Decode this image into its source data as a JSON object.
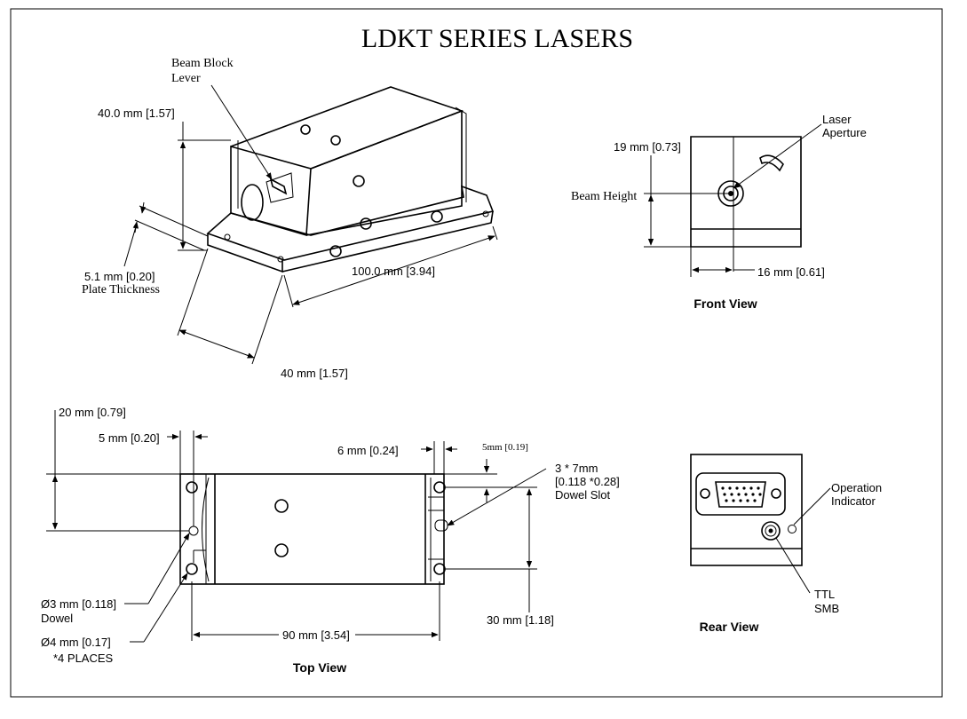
{
  "title": "LDKT SERIES LASERS",
  "iso_view": {
    "beam_block_lever": [
      "Beam Block",
      "Lever"
    ],
    "height_dim": "40.0 mm [1.57]",
    "plate_thickness_dim": "5.1 mm [0.20]",
    "plate_thickness_label": "Plate Thickness",
    "length_dim": "100.0 mm [3.94]",
    "width_dim": "40 mm [1.57]"
  },
  "front_view": {
    "caption": "Front View",
    "height_dim": "19 mm [0.73]",
    "beam_height_label": "Beam Height",
    "aperture_label": [
      "Laser",
      "Aperture"
    ],
    "offset_dim": "16 mm [0.61]"
  },
  "top_view": {
    "caption": "Top View",
    "dim_20": "20 mm [0.79]",
    "dim_5": "5 mm [0.20]",
    "dim_6": "6 mm [0.24]",
    "dim_5_small": "5mm [0.19]",
    "dowel_slot": [
      "3 * 7mm",
      "[0.118 *0.28]",
      "Dowel Slot"
    ],
    "dowel": [
      "Ø3 mm [0.118]",
      "Dowel"
    ],
    "holes": [
      "Ø4 mm [0.17]",
      "*4 PLACES"
    ],
    "dim_90": "90 mm [3.54]",
    "dim_30": "30 mm [1.18]"
  },
  "rear_view": {
    "caption": "Rear View",
    "operation_indicator": [
      "Operation",
      "Indicator"
    ],
    "ttl_smb": [
      "TTL",
      "SMB"
    ]
  }
}
